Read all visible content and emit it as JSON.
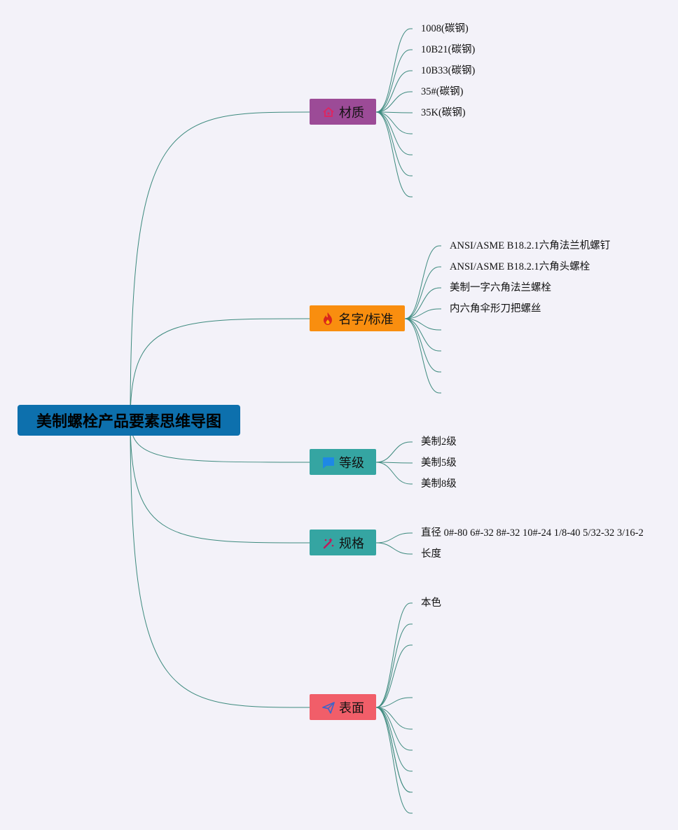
{
  "root": {
    "label": "美制螺栓产品要素思维导图",
    "color": "#0d70ad"
  },
  "link_color": "#3d8a7e",
  "branches": [
    {
      "label": "材质",
      "color": "#9c4b97",
      "icon": "house-icon",
      "leaves": [
        "1008(碳钢)",
        "10B21(碳钢)",
        "10B33(碳钢)",
        "35#(碳钢)",
        "35K(碳钢)",
        "",
        "",
        "",
        ""
      ]
    },
    {
      "label": "名字/标准",
      "color": "#f98e0f",
      "icon": "fire-icon",
      "leaves": [
        "ANSI/ASME B18.2.1六角法兰机螺钉",
        "ANSI/ASME B18.2.1六角头螺栓",
        "美制一字六角法兰螺栓",
        "内六角伞形刀把螺丝",
        "",
        "",
        "",
        ""
      ]
    },
    {
      "label": "等级",
      "color": "#35a5a2",
      "icon": "flag-icon",
      "leaves": [
        "美制2级",
        "美制5级",
        "美制8级"
      ]
    },
    {
      "label": "规格",
      "color": "#35a5a2",
      "icon": "magic-wand-icon",
      "leaves": [
        "直径 0#-80 6#-32 8#-32 10#-24 1/8-40 5/32-32 3/16-2",
        "长度"
      ]
    },
    {
      "label": "表面",
      "color": "#f15e69",
      "icon": "paper-plane-icon",
      "leaves": [
        "本色",
        "",
        "",
        "",
        "",
        "",
        "",
        "",
        "",
        ""
      ]
    }
  ]
}
